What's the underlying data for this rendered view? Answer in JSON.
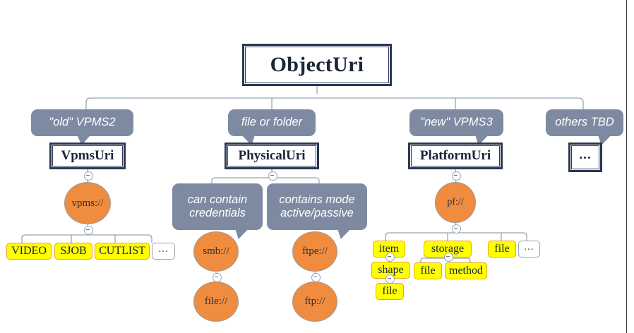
{
  "diagram": {
    "type": "tree",
    "title": "ObjectUri",
    "root": {
      "id": "objecturi",
      "label": "ObjectUri",
      "kind": "class-box"
    },
    "branches": [
      {
        "annotation": "\"old\" VPMS2",
        "class": "VpmsUri",
        "scheme": "vpms://",
        "leaves": [
          "VIDEO",
          "SJOB",
          "CUTLIST",
          "..."
        ]
      },
      {
        "annotation": "file or folder",
        "class": "PhysicalUri",
        "sub_annotations": [
          "can contain credentials",
          "contains mode active/passive"
        ],
        "schemes": [
          "smb://",
          "ftpe://"
        ],
        "schemes_child": [
          "file://",
          "ftp://"
        ]
      },
      {
        "annotation": "\"new\" VPMS3",
        "class": "PlatformUri",
        "scheme": "pf://",
        "leaves": [
          "item",
          "storage",
          "file",
          "..."
        ],
        "item_children": [
          "shape"
        ],
        "shape_children": [
          "file"
        ],
        "storage_children": [
          "file",
          "method"
        ]
      },
      {
        "annotation": "others TBD",
        "class": "...",
        "leaves": []
      }
    ],
    "labels": {
      "root": "ObjectUri",
      "ann_old": "\"old\" VPMS2",
      "ann_file_folder": "file or folder",
      "ann_new": "\"new\" VPMS3",
      "ann_others": "others TBD",
      "cls_vpms": "VpmsUri",
      "cls_physical": "PhysicalUri",
      "cls_platform": "PlatformUri",
      "cls_dots": "...",
      "ann_credentials_line1": "can contain",
      "ann_credentials_line2": "credentials",
      "ann_mode_line1": "contains mode",
      "ann_mode_line2": "active/passive",
      "e_vpms": "vpms://",
      "e_smb": "smb://",
      "e_file_scheme": "file://",
      "e_ftpe": "ftpe://",
      "e_ftp": "ftp://",
      "e_pf": "pf://",
      "leaf_video": "VIDEO",
      "leaf_sjob": "SJOB",
      "leaf_cutlist": "CUTLIST",
      "leaf_dots1": "...",
      "leaf_item": "item",
      "leaf_storage": "storage",
      "leaf_file_top": "file",
      "leaf_dots2": "...",
      "leaf_shape": "shape",
      "leaf_file_under_storage": "file",
      "leaf_method": "method",
      "leaf_file_under_shape": "file"
    }
  },
  "colors": {
    "classbox_border": "#2b3752",
    "callout_fill": "#7e8aa1",
    "ellipse_fill": "#ef8c3f",
    "leaf_fill": "#ffff00",
    "leaf_border": "#f0a500",
    "connector": "#9aa3b5",
    "page_rule": "#3a3a3a"
  }
}
